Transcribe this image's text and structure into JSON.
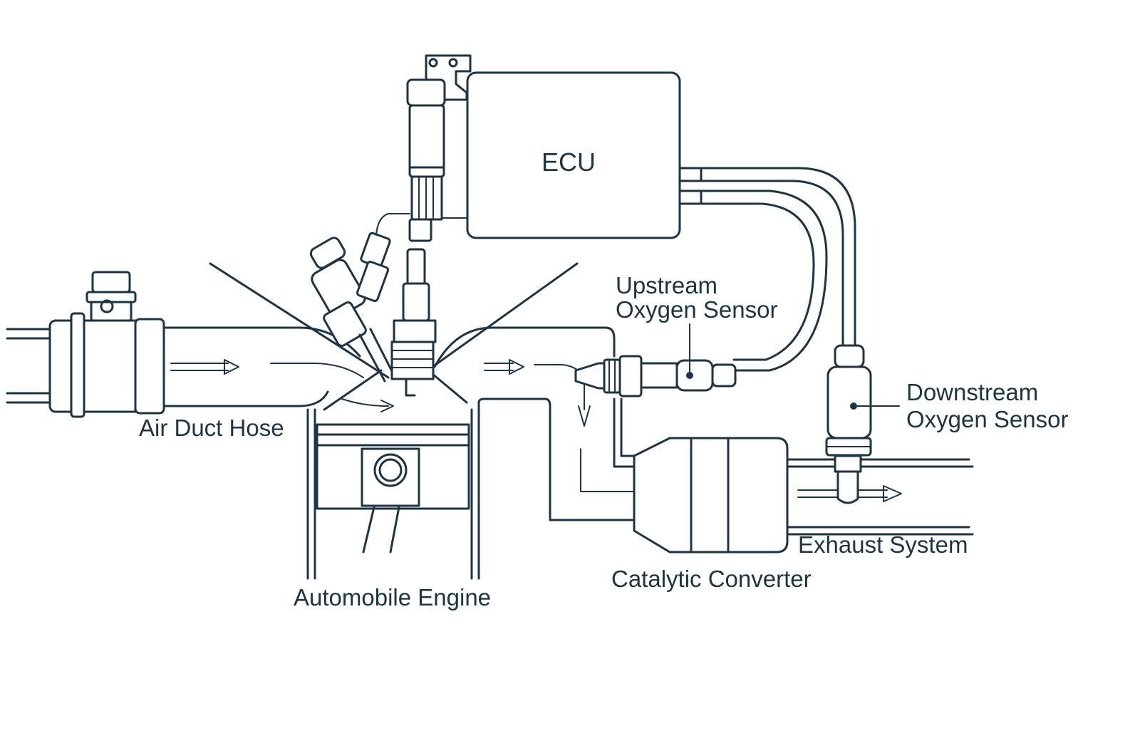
{
  "labels": {
    "ecu": "ECU",
    "upstream_line1": "Upstream",
    "upstream_line2": "Oxygen Sensor",
    "downstream_line1": "Downstream",
    "downstream_line2": "Oxygen Sensor",
    "air_duct": "Air Duct Hose",
    "engine": "Automobile Engine",
    "catalytic": "Catalytic Converter",
    "exhaust": "Exhaust System"
  },
  "colors": {
    "line": "#1d3444",
    "background": "#ffffff"
  }
}
